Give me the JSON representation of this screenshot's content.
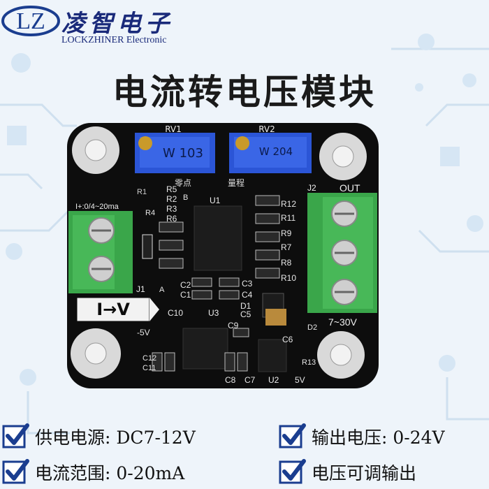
{
  "logo": {
    "mark_text": "LZ",
    "name_cn": "凌智电子",
    "name_en": "LOCKZHINER  Electronic"
  },
  "title": "电流转电压模块",
  "board": {
    "pot1_label": "RV1",
    "pot1_code": "W 103",
    "pot2_label": "RV2",
    "pot2_code": "W 204",
    "pot_caption_left": "零点",
    "pot_caption_right": "量程",
    "input_label": "I+:0/4~20ma",
    "out_label": "OUT",
    "j1_label": "J1",
    "j2_label": "J2",
    "u1_label": "U1",
    "u2_label": "U2",
    "u3_label": "U3",
    "iv_mark": "I→V",
    "range_label": "7~30V",
    "neg5v_label": "-5V",
    "pos5v_label": "5V",
    "resistors_left": [
      "R5",
      "R2",
      "R3",
      "R6"
    ],
    "resistors_right": [
      "R12",
      "R11",
      "R9",
      "R7",
      "R8",
      "R10"
    ],
    "other_labels": [
      "R1",
      "R4",
      "R13",
      "C1",
      "C2",
      "C3",
      "C4",
      "C5",
      "C6",
      "C7",
      "C8",
      "C9",
      "C10",
      "C11",
      "C12",
      "D1",
      "D2",
      "A",
      "B"
    ]
  },
  "specs": [
    {
      "text": "供电电源: DC7-12V"
    },
    {
      "text": "输出电压: 0-24V"
    },
    {
      "text": "电流范围: 0-20mA"
    },
    {
      "text": "电压可调输出"
    }
  ],
  "colors": {
    "pcb": "#0d0d0d",
    "terminal": "#3aa64a",
    "pot": "#2b55d6",
    "check": "#1a3d8f",
    "background": "#eef4fa"
  }
}
